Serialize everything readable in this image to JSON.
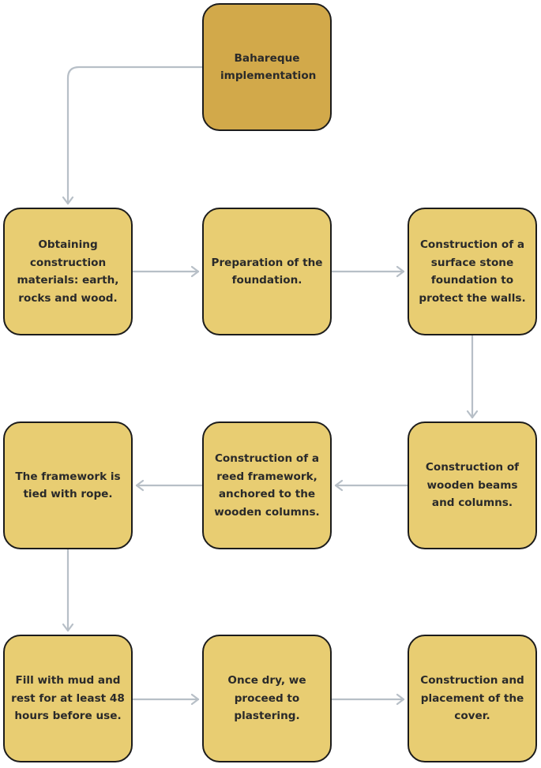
{
  "diagram": {
    "colors": {
      "root_fill": "#d2a94a",
      "node_fill": "#e8cd72",
      "node_border": "#1c1c1c",
      "text": "#2a2a2a",
      "connector": "#b7bfc7"
    },
    "nodes": {
      "n1": "Bahareque implementation",
      "n2": "Obtaining construction materials: earth, rocks and wood.",
      "n3": "Preparation of the foundation.",
      "n4": "Construction of a surface stone foundation to protect the walls.",
      "n5": "Construction of wooden beams and columns.",
      "n6": "Construction of a reed framework, anchored to the wooden columns.",
      "n7": "The framework is tied with rope.",
      "n8": "Fill with mud and rest for at least 48 hours before use.",
      "n9": "Once dry, we proceed to plastering.",
      "n10": "Construction and placement of the cover."
    },
    "edges": [
      {
        "from": "n1",
        "to": "n2"
      },
      {
        "from": "n2",
        "to": "n3"
      },
      {
        "from": "n3",
        "to": "n4"
      },
      {
        "from": "n4",
        "to": "n5"
      },
      {
        "from": "n5",
        "to": "n6"
      },
      {
        "from": "n6",
        "to": "n7"
      },
      {
        "from": "n7",
        "to": "n8"
      },
      {
        "from": "n8",
        "to": "n9"
      },
      {
        "from": "n9",
        "to": "n10"
      }
    ]
  }
}
